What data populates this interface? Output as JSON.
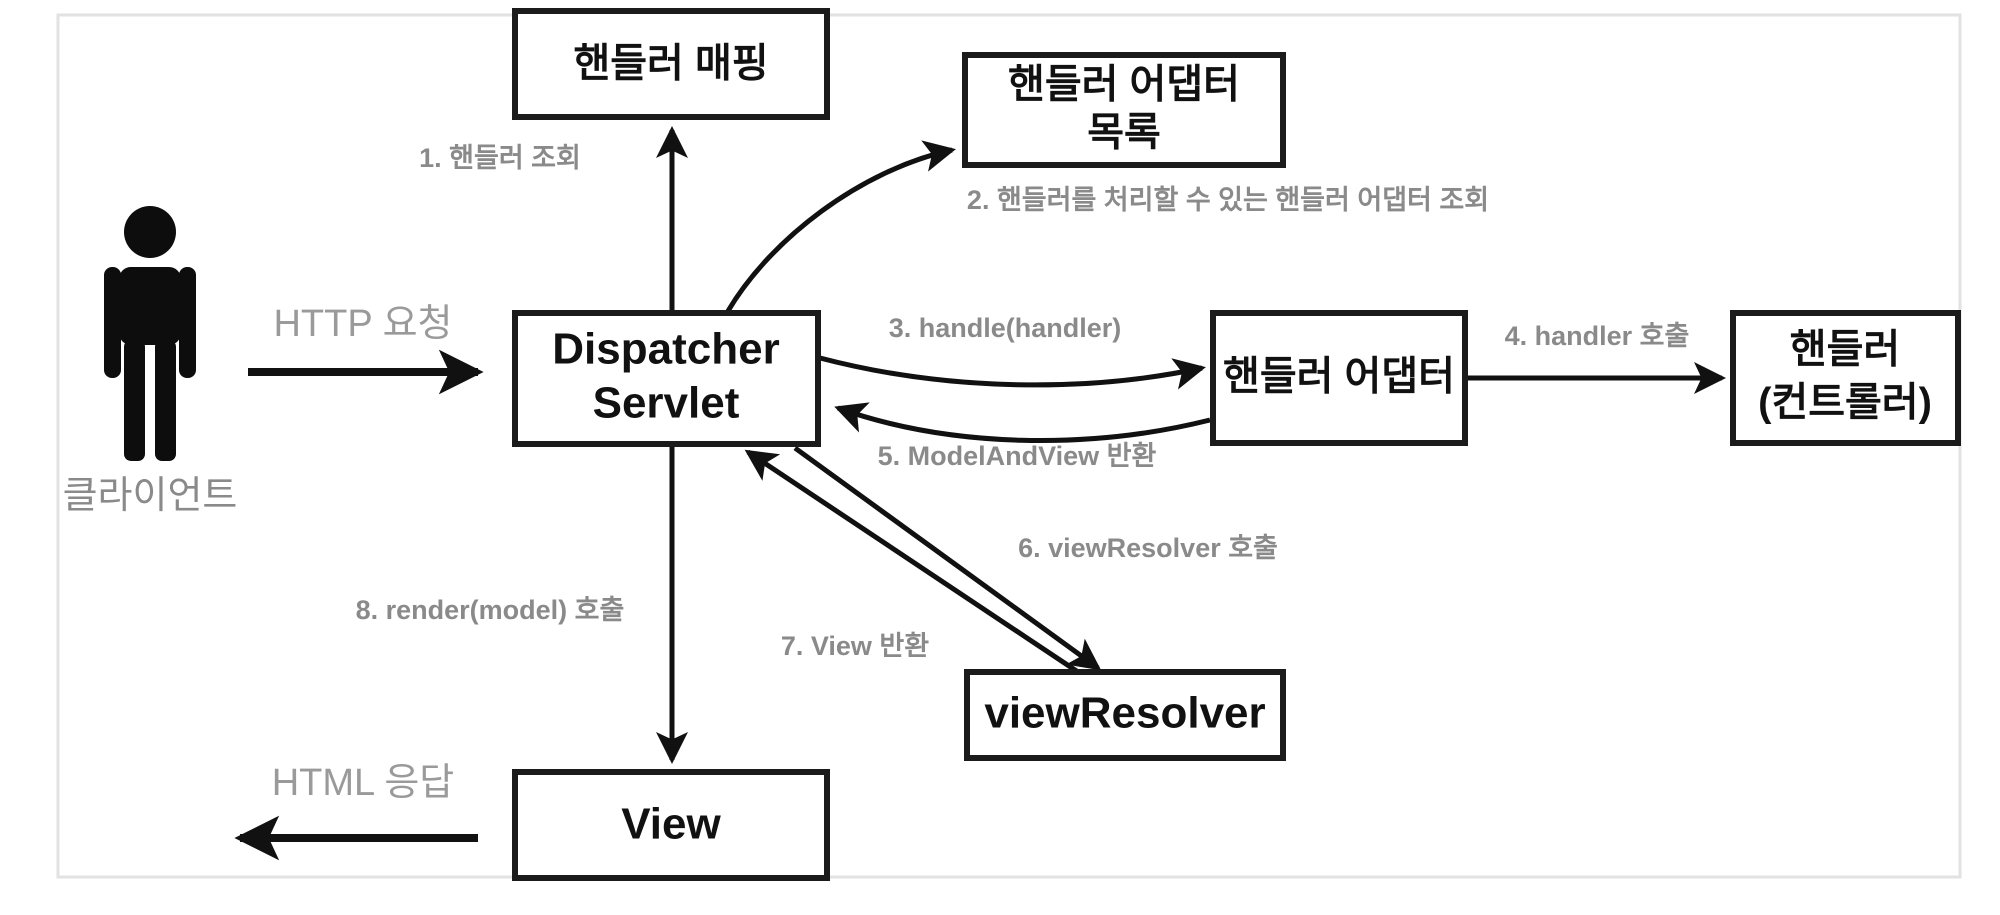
{
  "diagram": {
    "title": "Spring MVC DispatcherServlet request flow",
    "frame": {
      "visible": true,
      "border_color": "#e2e2e2"
    },
    "colors": {
      "box_border": "#1b1b1b",
      "box_fill": "#ffffff",
      "node_text": "#111111",
      "flow_label_text": "#8a8a8a",
      "io_label_text": "#9a9a9a",
      "arrow": "#111111",
      "actor": "#0d0d0d"
    },
    "actor": {
      "icon": "person-icon",
      "label": "클라이언트"
    },
    "nodes": [
      {
        "id": "handler-mapping",
        "label": "핸들러 매핑"
      },
      {
        "id": "handler-adapter-list",
        "label_line1": "핸들러 어댑터",
        "label_line2": "목록"
      },
      {
        "id": "dispatcher-servlet",
        "label_line1": "Dispatcher",
        "label_line2": "Servlet"
      },
      {
        "id": "handler-adapter",
        "label": "핸들러 어댑터"
      },
      {
        "id": "handler-controller",
        "label_line1": "핸들러",
        "label_line2": "(컨트롤러)"
      },
      {
        "id": "view-resolver",
        "label": "viewResolver"
      },
      {
        "id": "view",
        "label": "View"
      }
    ],
    "io_labels": {
      "request": "HTTP 요청",
      "response": "HTML 응답"
    },
    "flows": [
      {
        "step": 1,
        "label": "1. 핸들러 조회"
      },
      {
        "step": 2,
        "label": "2. 핸들러를 처리할 수 있는 핸들러 어댑터 조회"
      },
      {
        "step": 3,
        "label": "3. handle(handler)"
      },
      {
        "step": 4,
        "label": "4. handler 호출"
      },
      {
        "step": 5,
        "label": "5. ModelAndView 반환"
      },
      {
        "step": 6,
        "label": "6. viewResolver 호출"
      },
      {
        "step": 7,
        "label": "7. View 반환"
      },
      {
        "step": 8,
        "label": "8. render(model) 호출"
      }
    ]
  }
}
